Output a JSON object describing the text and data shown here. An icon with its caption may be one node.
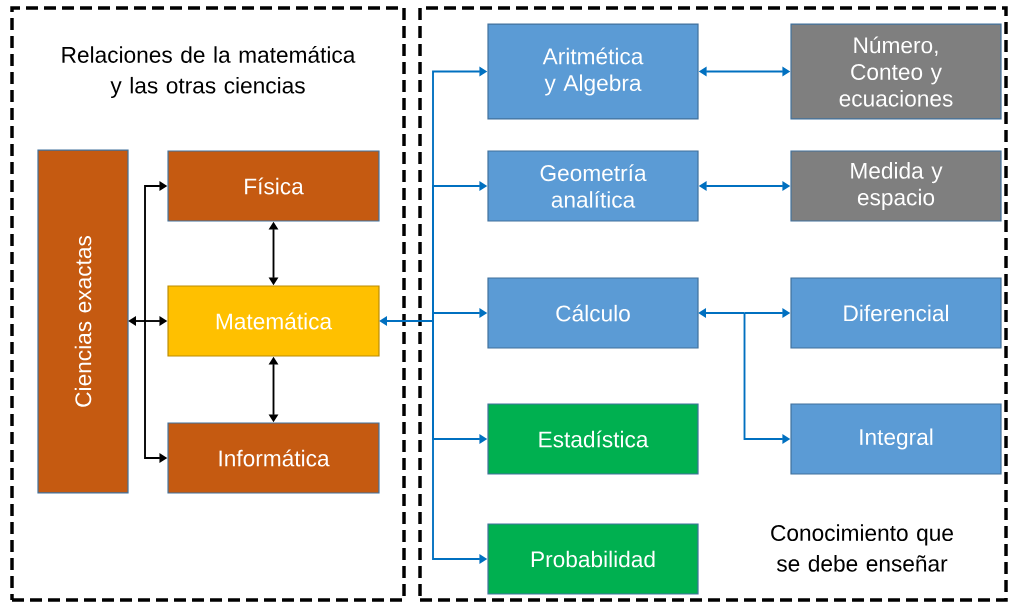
{
  "diagram": {
    "nodes": [
      {
        "text": [
          "Relaciones de la matemática y las otras ciencias"
        ]
      },
      {
        "text": [
          "Ciencias exactas"
        ],
        "in": 0
      },
      {
        "text": [
          "Física"
        ],
        "in": 0
      },
      {
        "text": [
          "Matemática"
        ],
        "in": 0
      },
      {
        "text": [
          "Informática"
        ],
        "in": 0
      },
      {
        "text": [
          "Conocimiento que se debe enseñar"
        ]
      },
      {
        "text": [
          "Aritmética y Algebra"
        ],
        "in": 5
      },
      {
        "text": [
          "Número, Conteo y ecuaciones"
        ],
        "in": 5
      },
      {
        "text": [
          "Geometría analítica"
        ],
        "in": 5
      },
      {
        "text": [
          "Medida y espacio"
        ],
        "in": 5
      },
      {
        "text": [
          "Cálculo"
        ],
        "in": 5
      },
      {
        "text": [
          "Diferencial"
        ],
        "in": 5
      },
      {
        "text": [
          "Estadística"
        ],
        "in": 5
      },
      {
        "text": [
          "Integral"
        ],
        "in": 5
      },
      {
        "text": [
          "Probabilidad"
        ],
        "in": 5
      }
    ],
    "edges": [
      {
        "from": 1,
        "to": 2,
        "arrow": "both",
        "color": "#000000"
      },
      {
        "from": 1,
        "to": 3,
        "arrow": "both",
        "color": "#000000"
      },
      {
        "from": 1,
        "to": 4,
        "arrow": "both",
        "color": "#000000"
      },
      {
        "from": 2,
        "to": 3,
        "arrow": "both",
        "color": "#000000"
      },
      {
        "from": 3,
        "to": 4,
        "arrow": "both",
        "color": "#000000"
      },
      {
        "from": 3,
        "to": 6,
        "arrow": "both"
      },
      {
        "from": 3,
        "to": 8,
        "arrow": "both"
      },
      {
        "from": 3,
        "to": 10,
        "arrow": "both"
      },
      {
        "from": 3,
        "to": 12,
        "arrow": "both"
      },
      {
        "from": 3,
        "to": 14,
        "arrow": "both"
      },
      {
        "from": 6,
        "to": 7,
        "arrow": "both"
      },
      {
        "from": 8,
        "to": 9,
        "arrow": "both"
      },
      {
        "from": 10,
        "to": 11,
        "arrow": "both"
      },
      {
        "from": 10,
        "to": 13,
        "arrow": "both"
      }
    ]
  }
}
